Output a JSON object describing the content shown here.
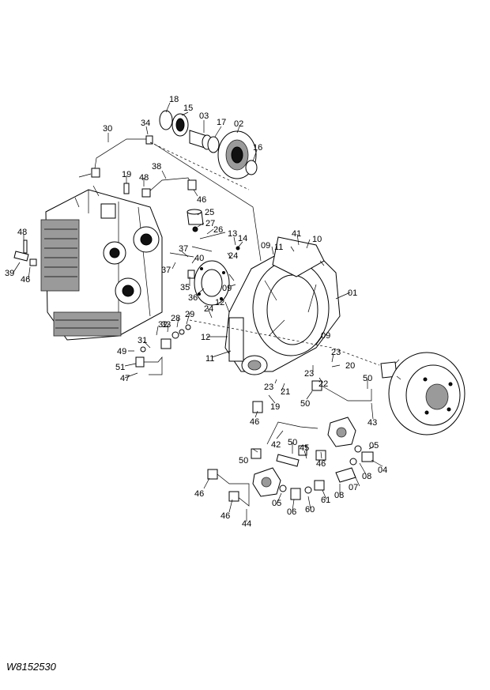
{
  "drawing_code": "W8152530",
  "part_labels": [
    "18",
    "15",
    "03",
    "17",
    "02",
    "16",
    "30",
    "34",
    "19",
    "48",
    "38",
    "46",
    "25",
    "27",
    "26",
    "13",
    "14",
    "41",
    "10",
    "11",
    "09",
    "48",
    "39",
    "46",
    "37",
    "40",
    "37",
    "35",
    "36",
    "24",
    "09",
    "01",
    "12",
    "24",
    "29",
    "28",
    "33",
    "32",
    "31",
    "12",
    "11",
    "49",
    "51",
    "47",
    "09",
    "23",
    "20",
    "23",
    "22",
    "23",
    "21",
    "19",
    "50",
    "50",
    "43",
    "46",
    "42",
    "50",
    "45",
    "46",
    "05",
    "04",
    "08",
    "50",
    "07",
    "46",
    "05",
    "06",
    "60",
    "61",
    "08",
    "46",
    "44"
  ]
}
